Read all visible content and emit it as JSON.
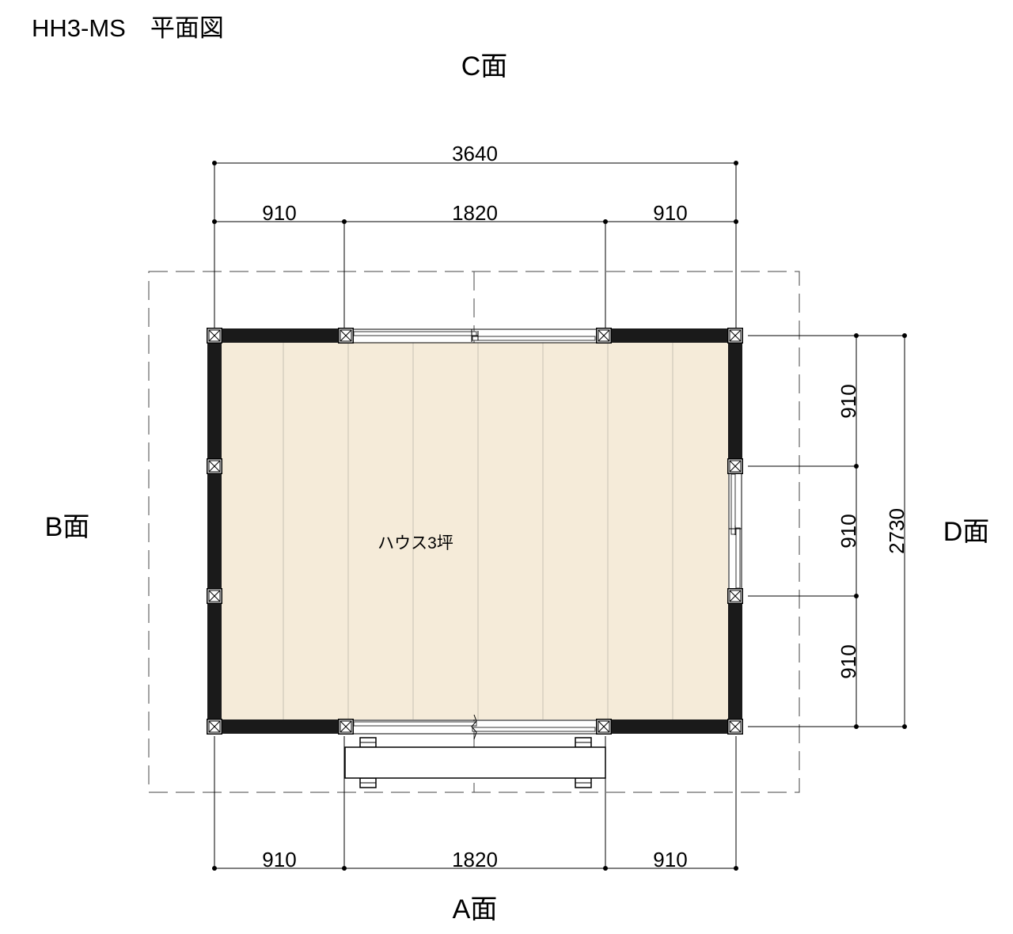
{
  "title": "HH3-MS　平面図",
  "faces": {
    "a": "A面",
    "b": "B面",
    "c": "C面",
    "d": "D面"
  },
  "room": {
    "label": "ハウス3坪"
  },
  "dimensions": {
    "top_total": "3640",
    "top_segments": [
      "910",
      "1820",
      "910"
    ],
    "bottom_segments": [
      "910",
      "1820",
      "910"
    ],
    "right_segments": [
      "910",
      "910",
      "910"
    ],
    "right_total": "2730"
  },
  "colors": {
    "wall": "#1a1a1a",
    "floor": "#f5ebd9",
    "ink": "#000000"
  }
}
